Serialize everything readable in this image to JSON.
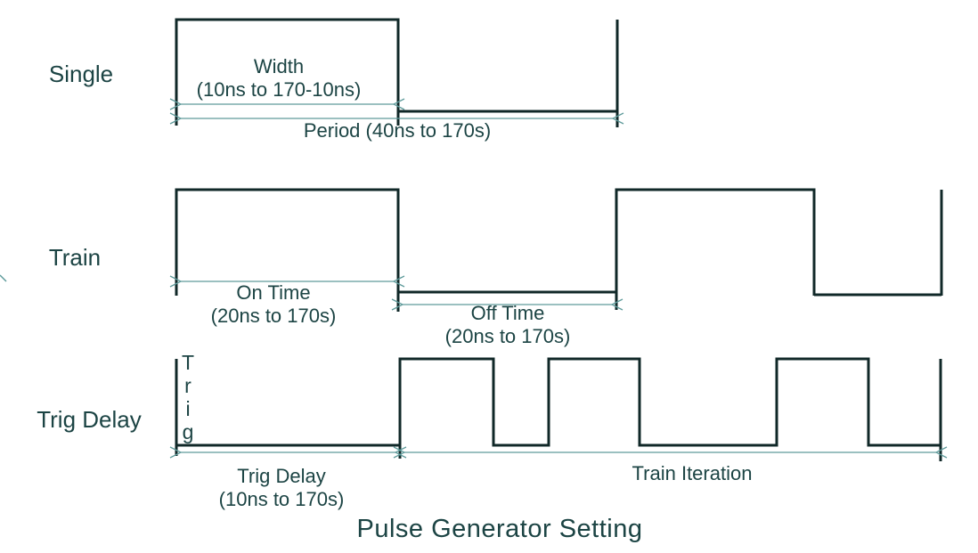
{
  "title": "Pulse Generator Setting",
  "colors": {
    "waveform_line": "#102828",
    "dimension_line": "#5f9b9b",
    "text": "#1c4444",
    "background": "#ffffff"
  },
  "single": {
    "label": "Single",
    "width_annotation": "Width\n(10ns to 170-10ns)",
    "period_annotation": "Period (40ns to 170s)"
  },
  "train": {
    "label": "Train",
    "on_time_annotation": "On Time\n(20ns to 170s)",
    "off_time_annotation": "Off Time\n(20ns to 170s)"
  },
  "trig_delay": {
    "label": "Trig Delay",
    "trig_marker": "T\nr\ni\ng",
    "trig_delay_annotation": "Trig Delay\n(10ns to 170s)",
    "train_iteration_annotation": "Train Iteration"
  }
}
